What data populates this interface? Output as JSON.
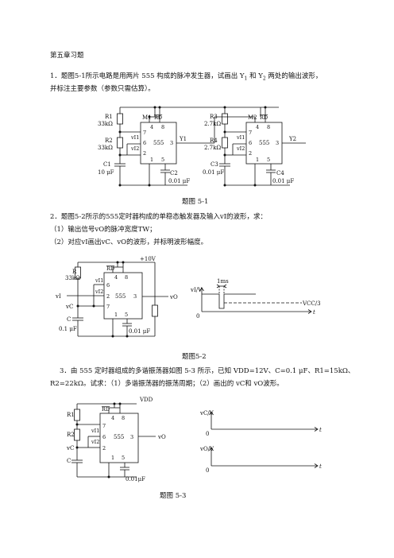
{
  "chapter_title": "第五章习题",
  "p1": {
    "line1": "1．题图5-1所示电路是用两片 555 构成的脉冲发生器，试画出 Y",
    "line1_mid": " 和 Y",
    "line1_end": " 两处的输出波形，",
    "sub1": "1",
    "sub2": "2",
    "line2": "并标注主要参数（参数只需估算）。",
    "caption": "题图 5-1",
    "labels": {
      "r1": "R1",
      "r1v": "33kΩ",
      "r2": "R2",
      "r2v": "33kΩ",
      "c1": "C1",
      "c1v": "10 μF",
      "m1": "M1",
      "rd1": "RD",
      "pin4": "4",
      "pin8": "8",
      "pin7": "7",
      "pin6": "6",
      "pin2": "2",
      "pin1": "1",
      "pin5": "5",
      "pin3": "3",
      "ic": "555",
      "vi1": "vI1",
      "vi2": "vI2",
      "c2": "C2",
      "c2v": "0.01 μF",
      "y1": "Y1",
      "r3": "R3",
      "r3v": "2.7kΩ",
      "r4": "R4",
      "r4v": "2.7kΩ",
      "c3": "C3",
      "c3v": "0.01 μF",
      "m2": "M2",
      "rd2": "RD",
      "c4": "C4",
      "c4v": "0.01 μF",
      "y2": "Y2"
    }
  },
  "p2": {
    "line1": "2．题图5-2所示的555定时器构成的单稳态触发器及输入vI的波形，求：",
    "q1": "（1）输出信号vO的脉冲宽度TW；",
    "q2": "（2）对应vI画出vC、vO的波形，并标明波形幅度。",
    "caption": "题图5-2",
    "labels": {
      "vcc": "+10V",
      "r": "R",
      "rv": "33kΩ",
      "rd": "RD",
      "vi1": "vI1",
      "vi2": "vI2",
      "vi": "vI",
      "vc": "vC",
      "c": "C",
      "cv": "0.1 μF",
      "c2v": "0.01 μF",
      "vo": "vO",
      "ic": "555",
      "pin4": "4",
      "pin8": "8",
      "pin6": "6",
      "pin2": "2",
      "pin7": "7",
      "pin3": "3",
      "pin1": "1",
      "pin5": "5",
      "axis_y": "vI/V",
      "ms": "1ms",
      "zero": "0",
      "t": "t",
      "vcc3": "VCC/3"
    }
  },
  "p3": {
    "line1": "3．由 555 定时器组成的多谐振荡器如图 5-3 所示，已知 VDD=12V、C=0.1 μF、R1=15kΩ、",
    "line2": "R2=22kΩ。试求：（1）多谐振荡器的振荡周期；（2）画出的 vC和 vO波形。",
    "caption": "题图 5-3",
    "labels": {
      "vdd": "VDD",
      "r1": "R1",
      "r2": "R2",
      "rd": "RD",
      "vi1": "vI1",
      "vi2": "vI2",
      "vc": "vC",
      "c": "C",
      "cv": "0.01μF",
      "vo": "vO",
      "ic": "555",
      "pin4": "4",
      "pin8": "8",
      "pin7": "7",
      "pin6": "6",
      "pin3": "3",
      "pin2": "2",
      "pin1": "1",
      "pin5": "5",
      "axis1": "vC/V",
      "axis2": "vO/V",
      "zero": "0",
      "t": "t"
    }
  }
}
